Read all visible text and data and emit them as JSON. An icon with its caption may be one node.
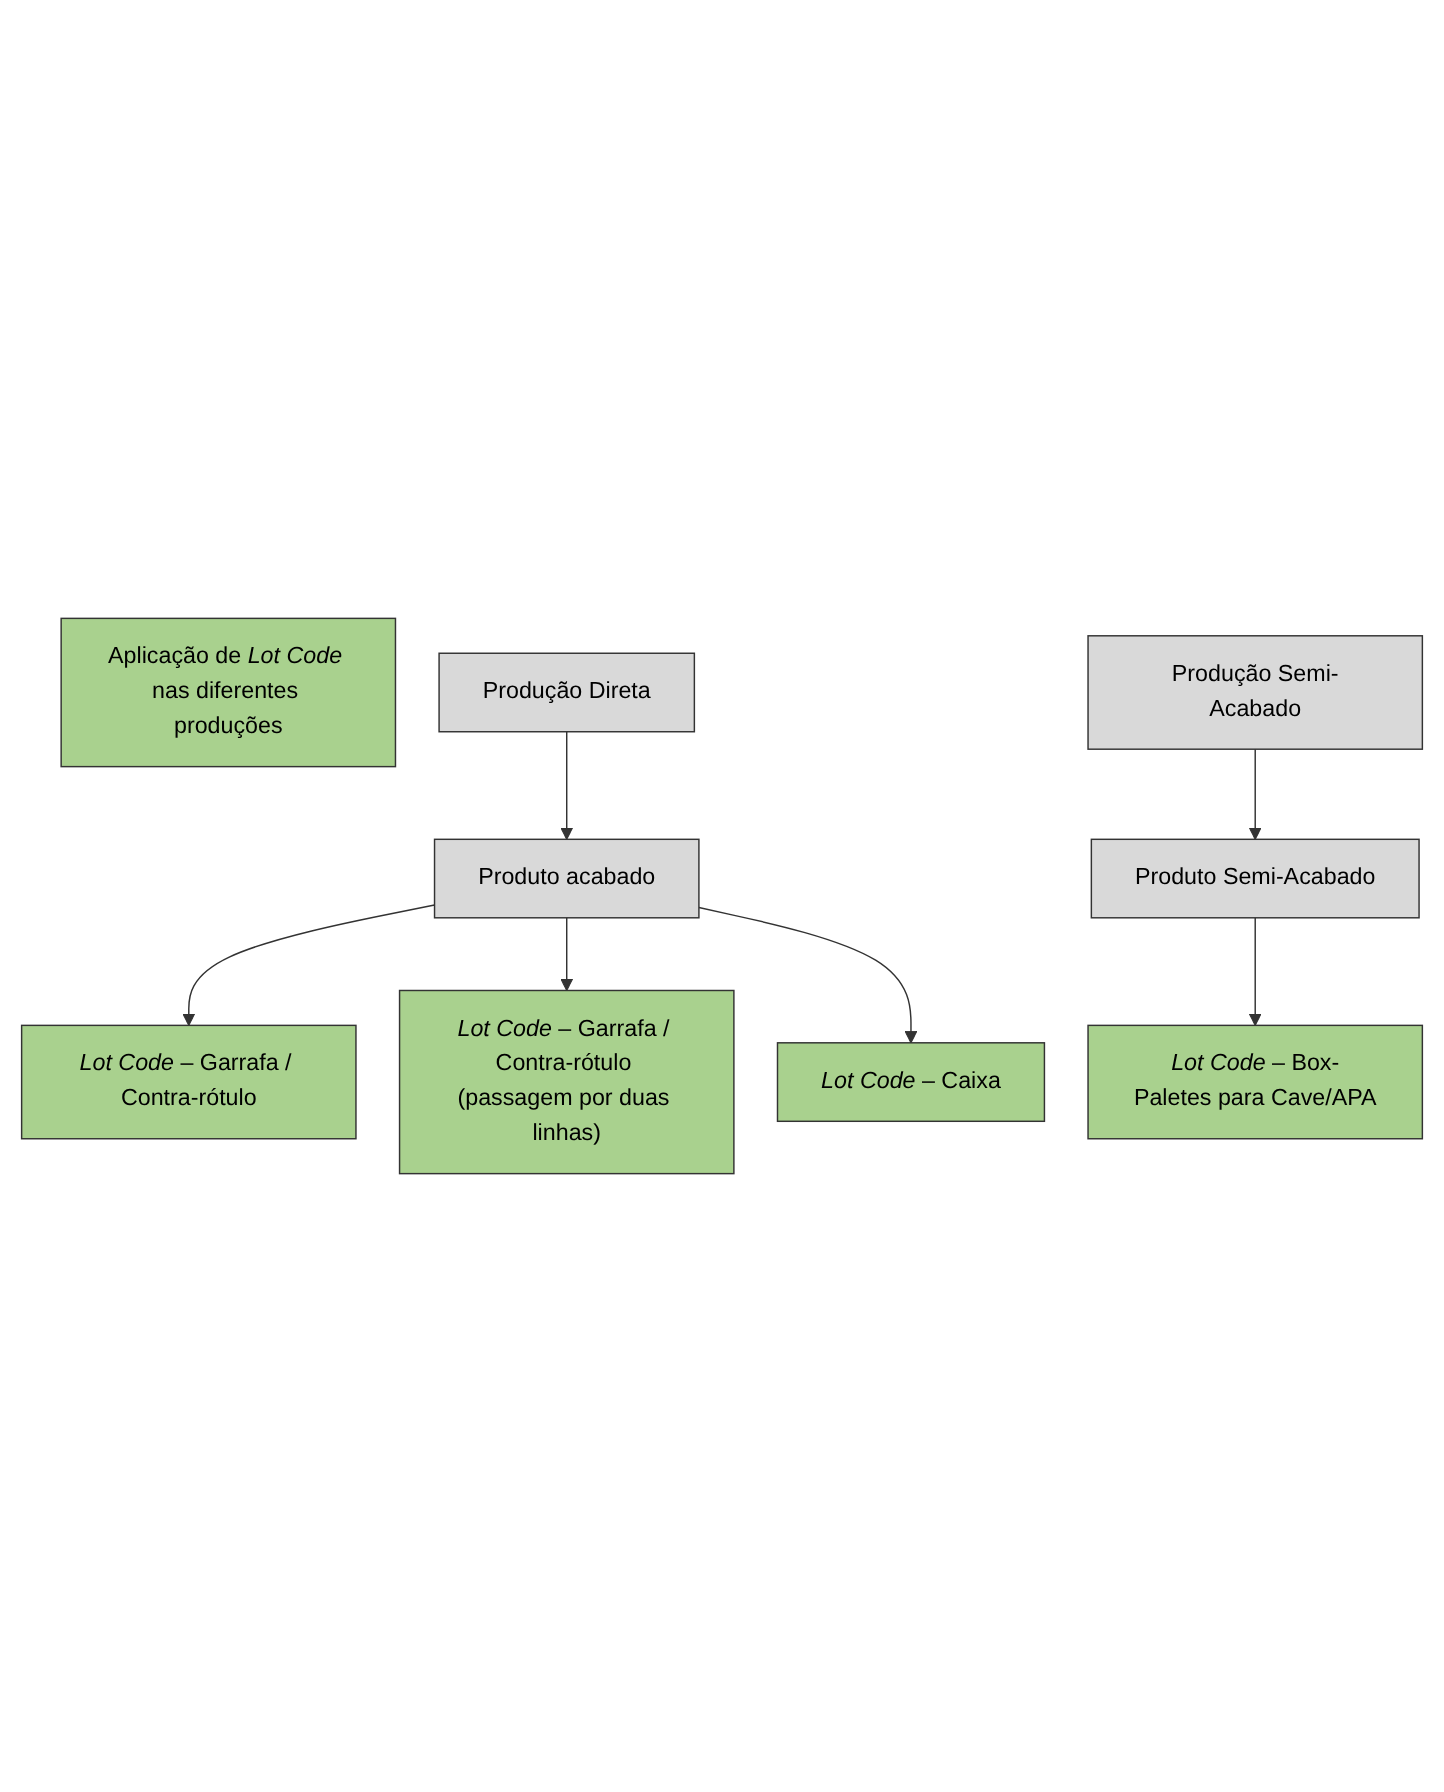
{
  "diagram": {
    "nodes": [
      {
        "text": [
          "Aplicação de *Lot Code* nas diferentes produções"
        ]
      },
      {
        "text": [
          "Produção Direta"
        ]
      },
      {
        "text": [
          "Produto acabado"
        ]
      },
      {
        "text": [
          "*Lot Code* – Garrafa / Contra-rótulo"
        ]
      },
      {
        "text": [
          "*Lot Code* – Garrafa / Contra-rótulo (passagem por duas linhas)"
        ]
      },
      {
        "text": [
          "*Lot Code* – Caixa"
        ]
      },
      {
        "text": [
          "Produção Semi-Acabado"
        ]
      },
      {
        "text": [
          "Produto Semi-Acabado"
        ]
      },
      {
        "text": [
          "*Lot Code* – Box-Paletes para Cave/APA"
        ]
      }
    ],
    "edges": [
      {
        "from": 1,
        "to": 2,
        "arrow": "to"
      },
      {
        "from": 2,
        "to": 3,
        "arrow": "to"
      },
      {
        "from": 2,
        "to": 4,
        "arrow": "to"
      },
      {
        "from": 2,
        "to": 5,
        "arrow": "to"
      },
      {
        "from": 6,
        "to": 7,
        "arrow": "to"
      },
      {
        "from": 7,
        "to": 8,
        "arrow": "to"
      }
    ]
  }
}
